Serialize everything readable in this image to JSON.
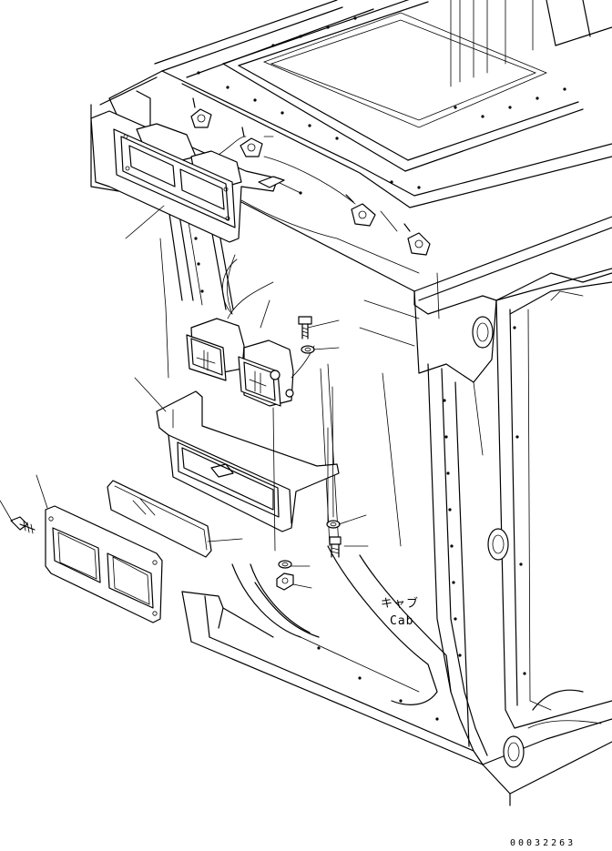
{
  "diagram": {
    "labels": {
      "cab_japanese": "キャブ",
      "cab_english": "Cab",
      "drawing_number": "00032263"
    },
    "colors": {
      "line": "#000000",
      "background": "#ffffff"
    }
  }
}
